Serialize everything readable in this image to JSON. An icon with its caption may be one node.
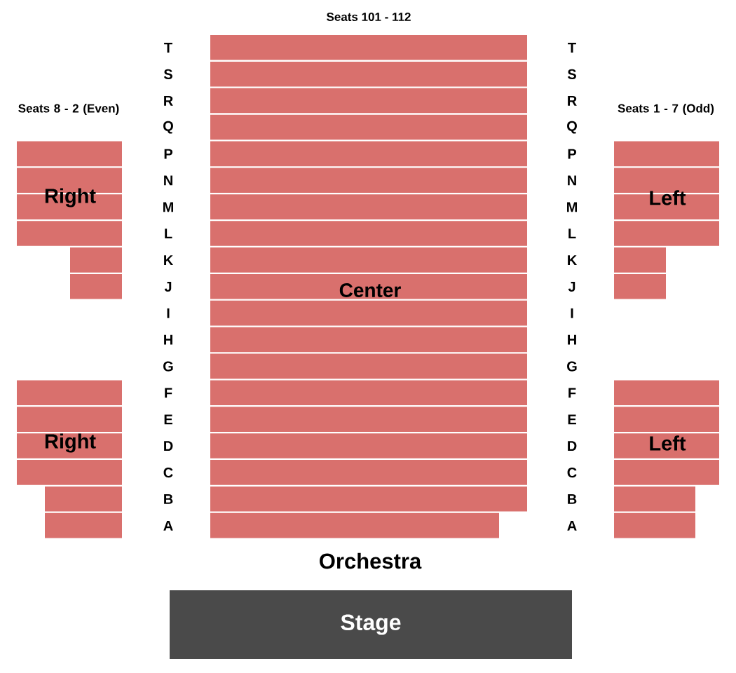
{
  "diagram": {
    "nodes": [
      {
        "text": [
          "Right"
        ]
      },
      {
        "text": [
          "Right"
        ]
      },
      {
        "text": [
          "Center"
        ]
      },
      {
        "text": [
          "Left"
        ]
      },
      {
        "text": [
          "Left"
        ]
      },
      {
        "text": [
          "Stage"
        ]
      }
    ],
    "labels": [
      "Seats 101 - 112",
      "Seats 8 - 2 (Even)",
      "Seats 1 - 7 (Odd)",
      "T",
      "S",
      "R",
      "Q",
      "P",
      "N",
      "M",
      "L",
      "K",
      "J",
      "I",
      "H",
      "G",
      "F",
      "E",
      "D",
      "C",
      "B",
      "A",
      "T",
      "S",
      "R",
      "Q",
      "P",
      "N",
      "M",
      "L",
      "K",
      "J",
      "I",
      "H",
      "G",
      "F",
      "E",
      "D",
      "C",
      "B",
      "A",
      "Orchestra"
    ]
  }
}
